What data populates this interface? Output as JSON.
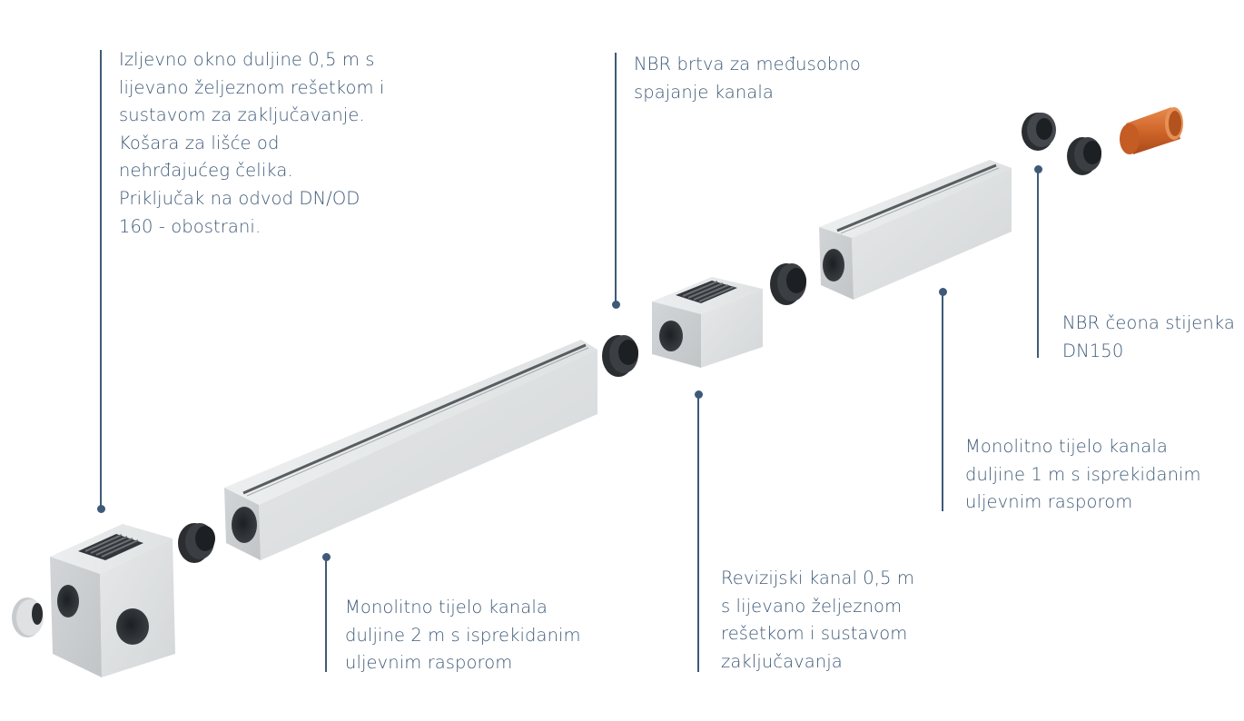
{
  "colors": {
    "annotation": "#3e5a78",
    "concrete_light": "#e4e6e7",
    "concrete_mid": "#d3d5d7",
    "concrete_dark": "#c3c6c8",
    "gasket": "#26292c",
    "grate": "#3a3e42",
    "pipe": "#d0662a"
  },
  "labels": {
    "outlet_shaft": [
      "Izljevno okno duljine 0,5 m s",
      "lijevano željeznom rešetkom i",
      "sustavom za zaključavanje.",
      "Košara za lišće od",
      "nehrđajućeg čelika.",
      "Priključak na odvod DN/OD",
      "160 - obostrani."
    ],
    "gasket": [
      "NBR brtva za međusobno",
      "spajanje kanala"
    ],
    "end_wall": [
      "NBR čeona stijenka",
      "DN150"
    ],
    "channel_1m": [
      "Monolitno tijelo kanala",
      "duljine 1 m s isprekidanim",
      "uljevnim rasporom"
    ],
    "inspection_channel": [
      "Revizijski kanal 0,5 m",
      "s lijevano željeznom",
      "rešetkom i sustavom",
      "zaključavanja"
    ],
    "channel_2m": [
      "Monolitno tijelo kanala",
      "duljine 2 m s isprekidanim",
      "uljevnim rasporom"
    ]
  }
}
